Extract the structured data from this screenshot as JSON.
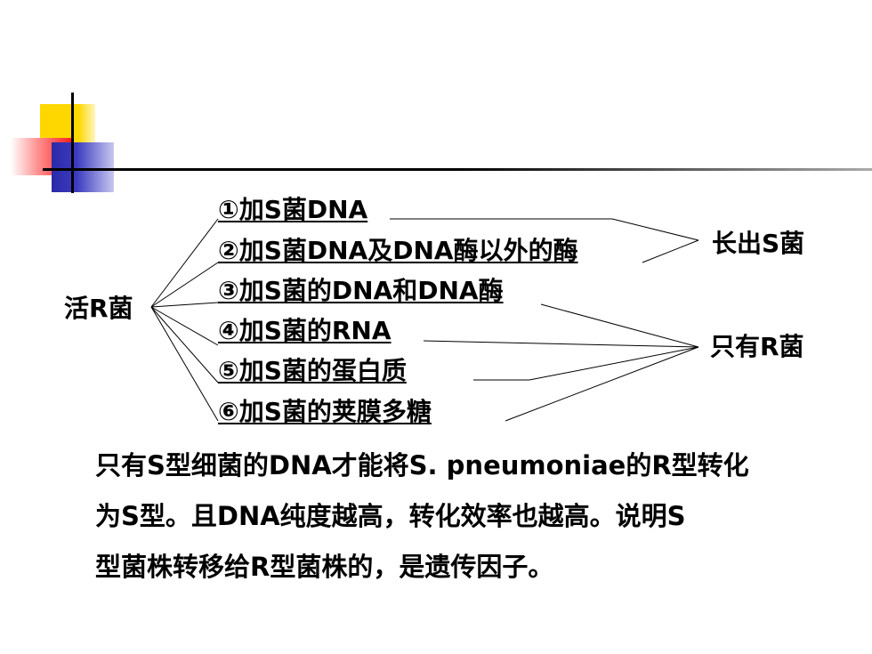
{
  "diagram": {
    "source": "活R菌",
    "options": [
      "①加S菌DNA",
      "②加S菌DNA及DNA酶以外的酶",
      "③加S菌的DNA和DNA酶",
      "④加S菌的RNA",
      "⑤加S菌的蛋白质",
      "⑥加S菌的荚膜多糖"
    ],
    "outcomes": {
      "grows_s": "长出S菌",
      "only_r": "只有R菌"
    }
  },
  "paragraph": {
    "lines": [
      "只有S型细菌的DNA才能将S. pneumoniae的R型转化",
      "为S型。且DNA纯度越高，转化效率也越高。说明S",
      "型菌株转移给R型菌株的，是遗传因子。"
    ]
  },
  "colors": {
    "yellow": "#ffd700",
    "red": "#ff2020",
    "blue": "#2a2aa8"
  }
}
